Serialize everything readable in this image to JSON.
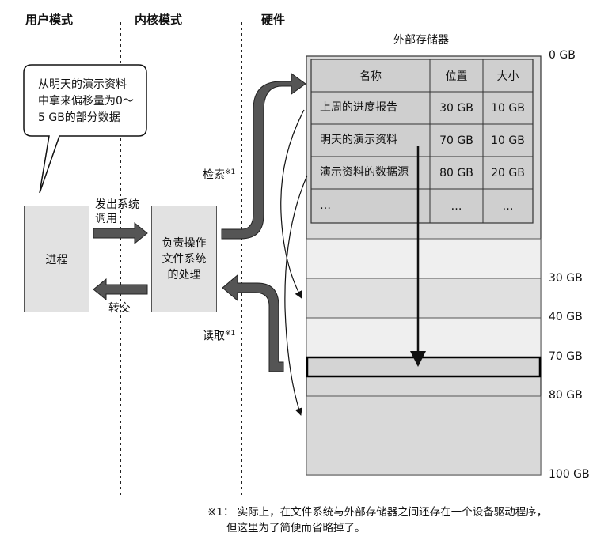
{
  "lanes": {
    "user": "用户模式",
    "kernel": "内核模式",
    "hardware": "硬件"
  },
  "bubble": {
    "lines": [
      "从明天的演示资料",
      "中拿来偏移量为0～",
      "5 GB的部分数据"
    ]
  },
  "process": {
    "label": "进程"
  },
  "syscall": {
    "lines": [
      "发出系统",
      "调用"
    ]
  },
  "handoff": {
    "label": "转交"
  },
  "fs_handler": {
    "lines": [
      "负责操作",
      "文件系统",
      "的处理"
    ]
  },
  "search": {
    "label": "检索",
    "mark": "※1"
  },
  "read": {
    "label": "读取",
    "mark": "※1"
  },
  "storage": {
    "title": "外部存储器",
    "table": {
      "headers": [
        "名称",
        "位置",
        "大小"
      ],
      "rows": [
        [
          "上周的进度报告",
          "30 GB",
          "10 GB"
        ],
        [
          "明天的演示资料",
          "70 GB",
          "10 GB"
        ],
        [
          "演示资料的数据源",
          "80 GB",
          "20 GB"
        ],
        [
          "…",
          "…",
          "…"
        ]
      ]
    },
    "ticks": [
      "0 GB",
      "30 GB",
      "40 GB",
      "70 GB",
      "80 GB",
      "100 GB"
    ]
  },
  "footnote": {
    "lines": [
      "※1： 实际上，在文件系统与外部存储器之间还存在一个设备驱动程序，",
      "但这里为了简便而省略掉了。"
    ]
  }
}
